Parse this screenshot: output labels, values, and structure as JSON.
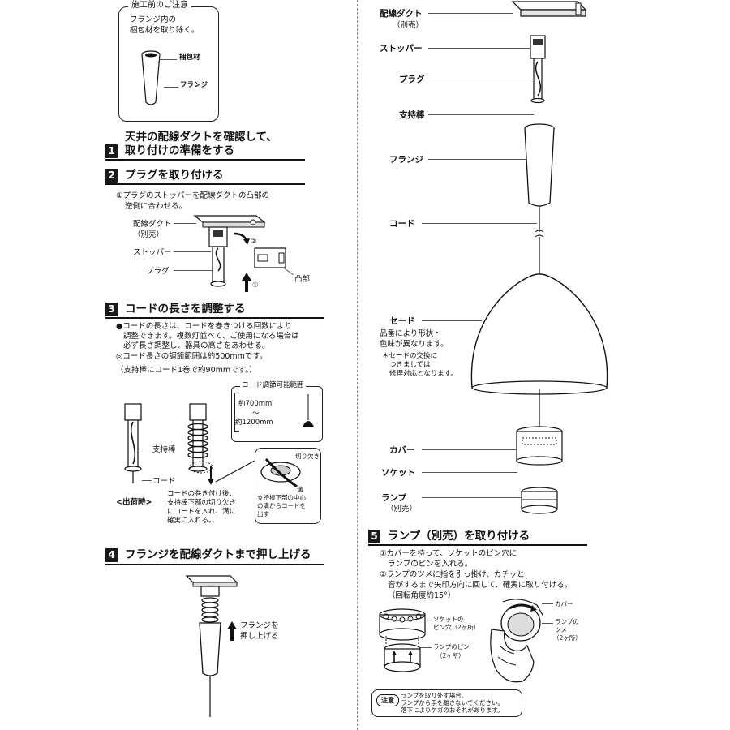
{
  "notice": {
    "title": "施工前のご注意",
    "lines": [
      "フランジ内の",
      "梱包材を取り除く。"
    ],
    "label_packing": "梱包材",
    "label_flange": "フランジ"
  },
  "step1": {
    "num": "1",
    "title_line1": "天井の配線ダクトを確認して、",
    "title_line2": "取り付けの準備をする"
  },
  "step2": {
    "num": "2",
    "title": "プラグを取り付ける",
    "instr_line1": "①プラグのストッパーを配線ダクトの凸部の",
    "instr_line2": "逆側に合わせる。",
    "label_duct": "配線ダクト",
    "label_duct_sub": "（別売）",
    "label_stopper": "ストッパー",
    "label_plug": "プラグ",
    "label_convex": "凸部",
    "mark1": "①",
    "mark2": "②"
  },
  "step3": {
    "num": "3",
    "title": "コードの長さを調整する",
    "lines": [
      "●コードの長さは、コードを巻きつける回数により",
      "調整できます。複数灯並べて、ご使用になる場合は",
      "必ず長さ調整し、器具の高さをあわせる。",
      "◎コード長さの調節範囲は約500mmです。",
      "（支持棒にコード1巻で約90mmです。）"
    ],
    "range_title": "コード調節可能範囲",
    "range_top": "約700mm",
    "range_mid": "〜",
    "range_bottom": "約1200mm",
    "label_rod": "支持棒",
    "label_cord": "コード",
    "label_shipping": "<出荷時>",
    "label_notch": "切り欠き",
    "label_groove": "溝",
    "note_lines": [
      "コードの巻き付け後、",
      "支持棒下部の切り欠き",
      "にコードを入れ、溝に",
      "確実に入れる。"
    ],
    "detail_lines": [
      "支持棒下部の中心",
      "の溝からコードを",
      "出す"
    ]
  },
  "step4": {
    "num": "4",
    "title": "フランジを配線ダクトまで押し上げる",
    "push_line1": "フランジを",
    "push_line2": "押し上げる"
  },
  "diagram": {
    "duct": "配線ダクト",
    "duct_sub": "（別売）",
    "stopper": "ストッパー",
    "plug": "プラグ",
    "rod": "支持棒",
    "flange": "フランジ",
    "cord": "コード",
    "shade": "セード",
    "shade_note1": "品番により形状・",
    "shade_note2": "色味が異なります。",
    "shade_note3": "＊セードの交換に",
    "shade_note4": "つきましては",
    "shade_note5": "修理対応となります。",
    "cover": "カバー",
    "socket": "ソケット",
    "lamp": "ランプ",
    "lamp_sub": "（別売）"
  },
  "step5": {
    "num": "5",
    "title": "ランプ（別売）を取り付ける",
    "lines": [
      "①カバーを持って、ソケットのピン穴に",
      "ランプのピンを入れる。",
      "②ランプのツメに指を引っ掛け、カチッと",
      "音がするまで矢印方向に回して、確実に取り付ける。",
      "（回転角度約15°）"
    ],
    "label_pinhole1": "ソケットの",
    "label_pinhole2": "ピン穴（2ヶ所）",
    "label_pin1": "ランプのピン",
    "label_pin2": "（2ヶ所）",
    "label_cover": "カバー",
    "label_tab1": "ランプの",
    "label_tab2": "ツメ",
    "label_tab3": "（2ヶ所）",
    "caution_badge": "注意",
    "caution_lines": [
      "ランプを取り外す場合、",
      "ランプから手を離さないでください。",
      "落下によりケガのおそれがあります。"
    ]
  }
}
